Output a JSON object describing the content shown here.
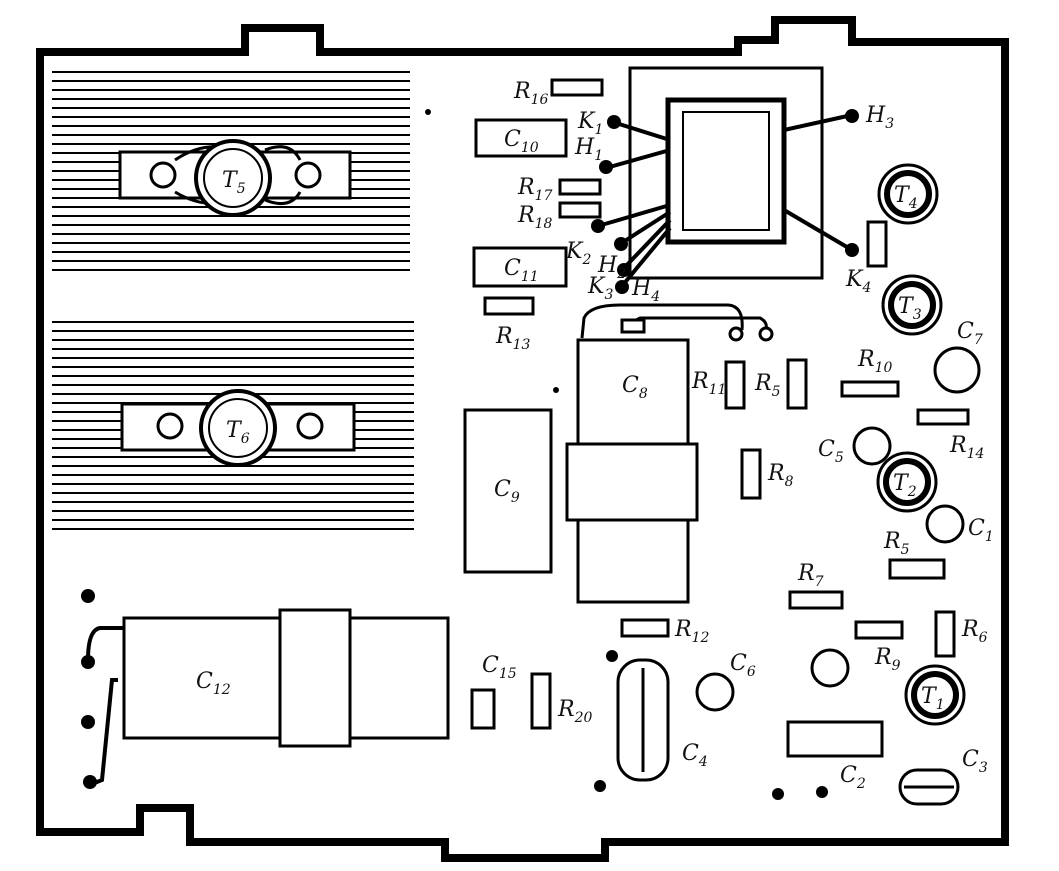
{
  "diagram": {
    "labels": {
      "t5": "T5",
      "t6": "T6",
      "t4": "T4",
      "t3": "T3",
      "t2": "T2",
      "t1": "T1",
      "c1": "C1",
      "c2": "C2",
      "c3": "C3",
      "c4": "C4",
      "c5": "C5",
      "c6": "C6",
      "c7": "C7",
      "c8": "C8",
      "c9": "C9",
      "c10": "C10",
      "c11": "C11",
      "c12": "C12",
      "c15": "C15",
      "r5a": "R5",
      "r5b": "R5",
      "r6": "R6",
      "r7": "R7",
      "r8": "R8",
      "r9": "R9",
      "r10": "R10",
      "r11": "R11",
      "r12": "R12",
      "r13": "R13",
      "r14": "R14",
      "r16": "R16",
      "r17": "R17",
      "r18": "R18",
      "r20": "R20",
      "k1": "K1",
      "k2": "K2",
      "k3": "K3",
      "k4": "K4",
      "h1": "H1",
      "h2": "H2",
      "h3": "H3",
      "h4": "H4"
    }
  }
}
